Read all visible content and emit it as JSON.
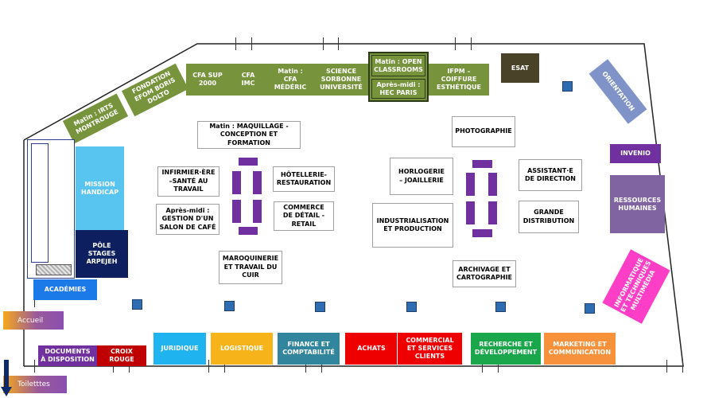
{
  "top_stands": {
    "irts": "Matin : IRTS\nMONTROUGE",
    "fondation": "FONDATION\nEFOM BORIS\nDOLTO",
    "cfa_sup": "CFA SUP\n2000",
    "cfa_imc": "CFA\nIMC",
    "cfa_mederic": "Matin :\nCFA\nMÉDÉRIC",
    "sorbonne": "SCIENCE\nSORBONNE\nUNIVERSITÉ",
    "open_classrooms": "Matin : OPEN\nCLASSROOMS",
    "hec": "Après-midi :\nHEC PARIS",
    "ifpm": "IFPM –\nCOIFFURE\nESTHÉTIQUE",
    "esat": "ESAT"
  },
  "right_stands": {
    "orientation": "ORIENTATION",
    "invenio": "INVENIO",
    "rh": "RESSOURCES\nHUMAINES",
    "informatique": "INFORMATIQUE\nET TECHNIQUES\nMULTIMÉDIA"
  },
  "left_stands": {
    "mission": "MISSION\nHANDICAP",
    "pole": "PÔLE\nSTAGES\nARPEJEH",
    "academies": "ACADÉMIES"
  },
  "left_cluster": {
    "maquillage": "Matin : MAQUILLAGE -\nCONCEPTION ET\nFORMATION",
    "infirmier": "INFIRMIER·ÈRE\n–SANTÉ AU\nTRAVAIL",
    "hotellerie": "HÔTELLERIE-\nRESTAURATION",
    "salon": "Après-midi :\nGESTION D'UN\nSALON DE CAFÉ",
    "commerce": "COMMERCE\nDE DÉTAIL -\nRETAIL",
    "maroquinerie": "MAROQUINERIE\nET TRAVAIL DU\nCUIR"
  },
  "right_cluster": {
    "photographie": "PHOTOGRAPHIE",
    "horlogerie": "HORLOGERIE\n– JOAILLERIE",
    "assistant": "ASSISTANT·E\nDE DIRECTION",
    "industrialisation": "INDUSTRIALISATION\nET PRODUCTION",
    "grande": "GRANDE\nDISTRIBUTION",
    "archivage": "ARCHIVAGE ET\nCARTOGRAPHIE"
  },
  "bottom_stands": {
    "documents": "DOCUMENTS\nÀ DISPOSITION",
    "croix": "CROIX\nROUGE",
    "juridique": "JURIDIQUE",
    "logistique": "LOGISTIQUE",
    "finance": "FINANCE ET\nCOMPTABILITÉ",
    "achats": "ACHATS",
    "commercial": "COMMERCIAL\nET SERVICES\nCLIENTS",
    "recherche": "RECHERCHE ET\nDÉVELOPPEMENT",
    "marketing": "MARKETING ET\nCOMMUNICATION"
  },
  "signs": {
    "accueil": "Accueil",
    "toilettes": "Toiletttes"
  },
  "colors": {
    "green": "#77933c",
    "purple": "#7030a0",
    "blue_square": "#2f6db3"
  }
}
